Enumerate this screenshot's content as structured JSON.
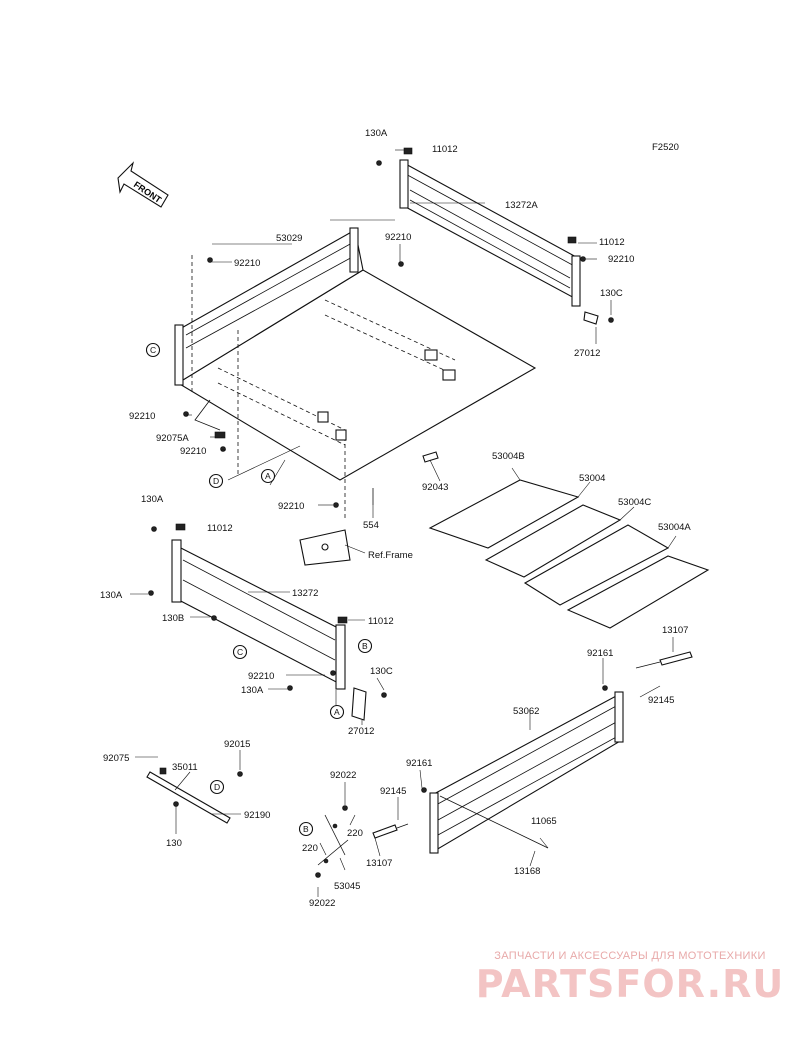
{
  "figure_code": "F2520",
  "front_arrow_text": "FRONT",
  "ref_frame_label": "Ref.Frame",
  "callouts": [
    "A",
    "B",
    "C",
    "D"
  ],
  "part_labels": {
    "p130A_top": "130A",
    "p11012_top": "11012",
    "p13272A": "13272A",
    "p11012_right": "11012",
    "p92210_right": "92210",
    "p130C_top": "130C",
    "p27012_top": "27012",
    "p53029": "53029",
    "p92210_center": "92210",
    "p92210_left": "92210",
    "p92210_lower_left": "92210",
    "p92075A": "92075A",
    "p92210_lower_left2": "92210",
    "p92043": "92043",
    "p92210_bottom": "92210",
    "p554": "554",
    "p53004B": "53004B",
    "p53004": "53004",
    "p53004C": "53004C",
    "p53004A": "53004A",
    "p130A_mid": "130A",
    "p11012_mid": "11012",
    "p13272": "13272",
    "p130A_left": "130A",
    "p130B": "130B",
    "p11012_mid_right": "11012",
    "p92210_mid": "92210",
    "p130C_mid": "130C",
    "p130A_bottom": "130A",
    "p27012_mid": "27012",
    "p13107_right": "13107",
    "p92161_right": "92161",
    "p92145_right": "92145",
    "p53062": "53062",
    "p92075": "92075",
    "p92015": "92015",
    "p35011": "35011",
    "p92190": "92190",
    "p130": "130",
    "p92022_top": "92022",
    "p92161_mid": "92161",
    "p92145_mid": "92145",
    "p220_right": "220",
    "p220_left": "220",
    "p13107_mid": "13107",
    "p53045": "53045",
    "p92022_bottom": "92022",
    "p11065": "11065",
    "p13168": "13168"
  },
  "watermark": {
    "tagline": "ЗАПЧАСТИ И АКСЕССУАРЫ ДЛЯ МОТОТЕХНИКИ",
    "logo": "PARTSFOR.RU"
  },
  "colors": {
    "line": "#111111",
    "watermark_text": "#e8a9a9",
    "watermark_logo": "#f3c4c4"
  }
}
